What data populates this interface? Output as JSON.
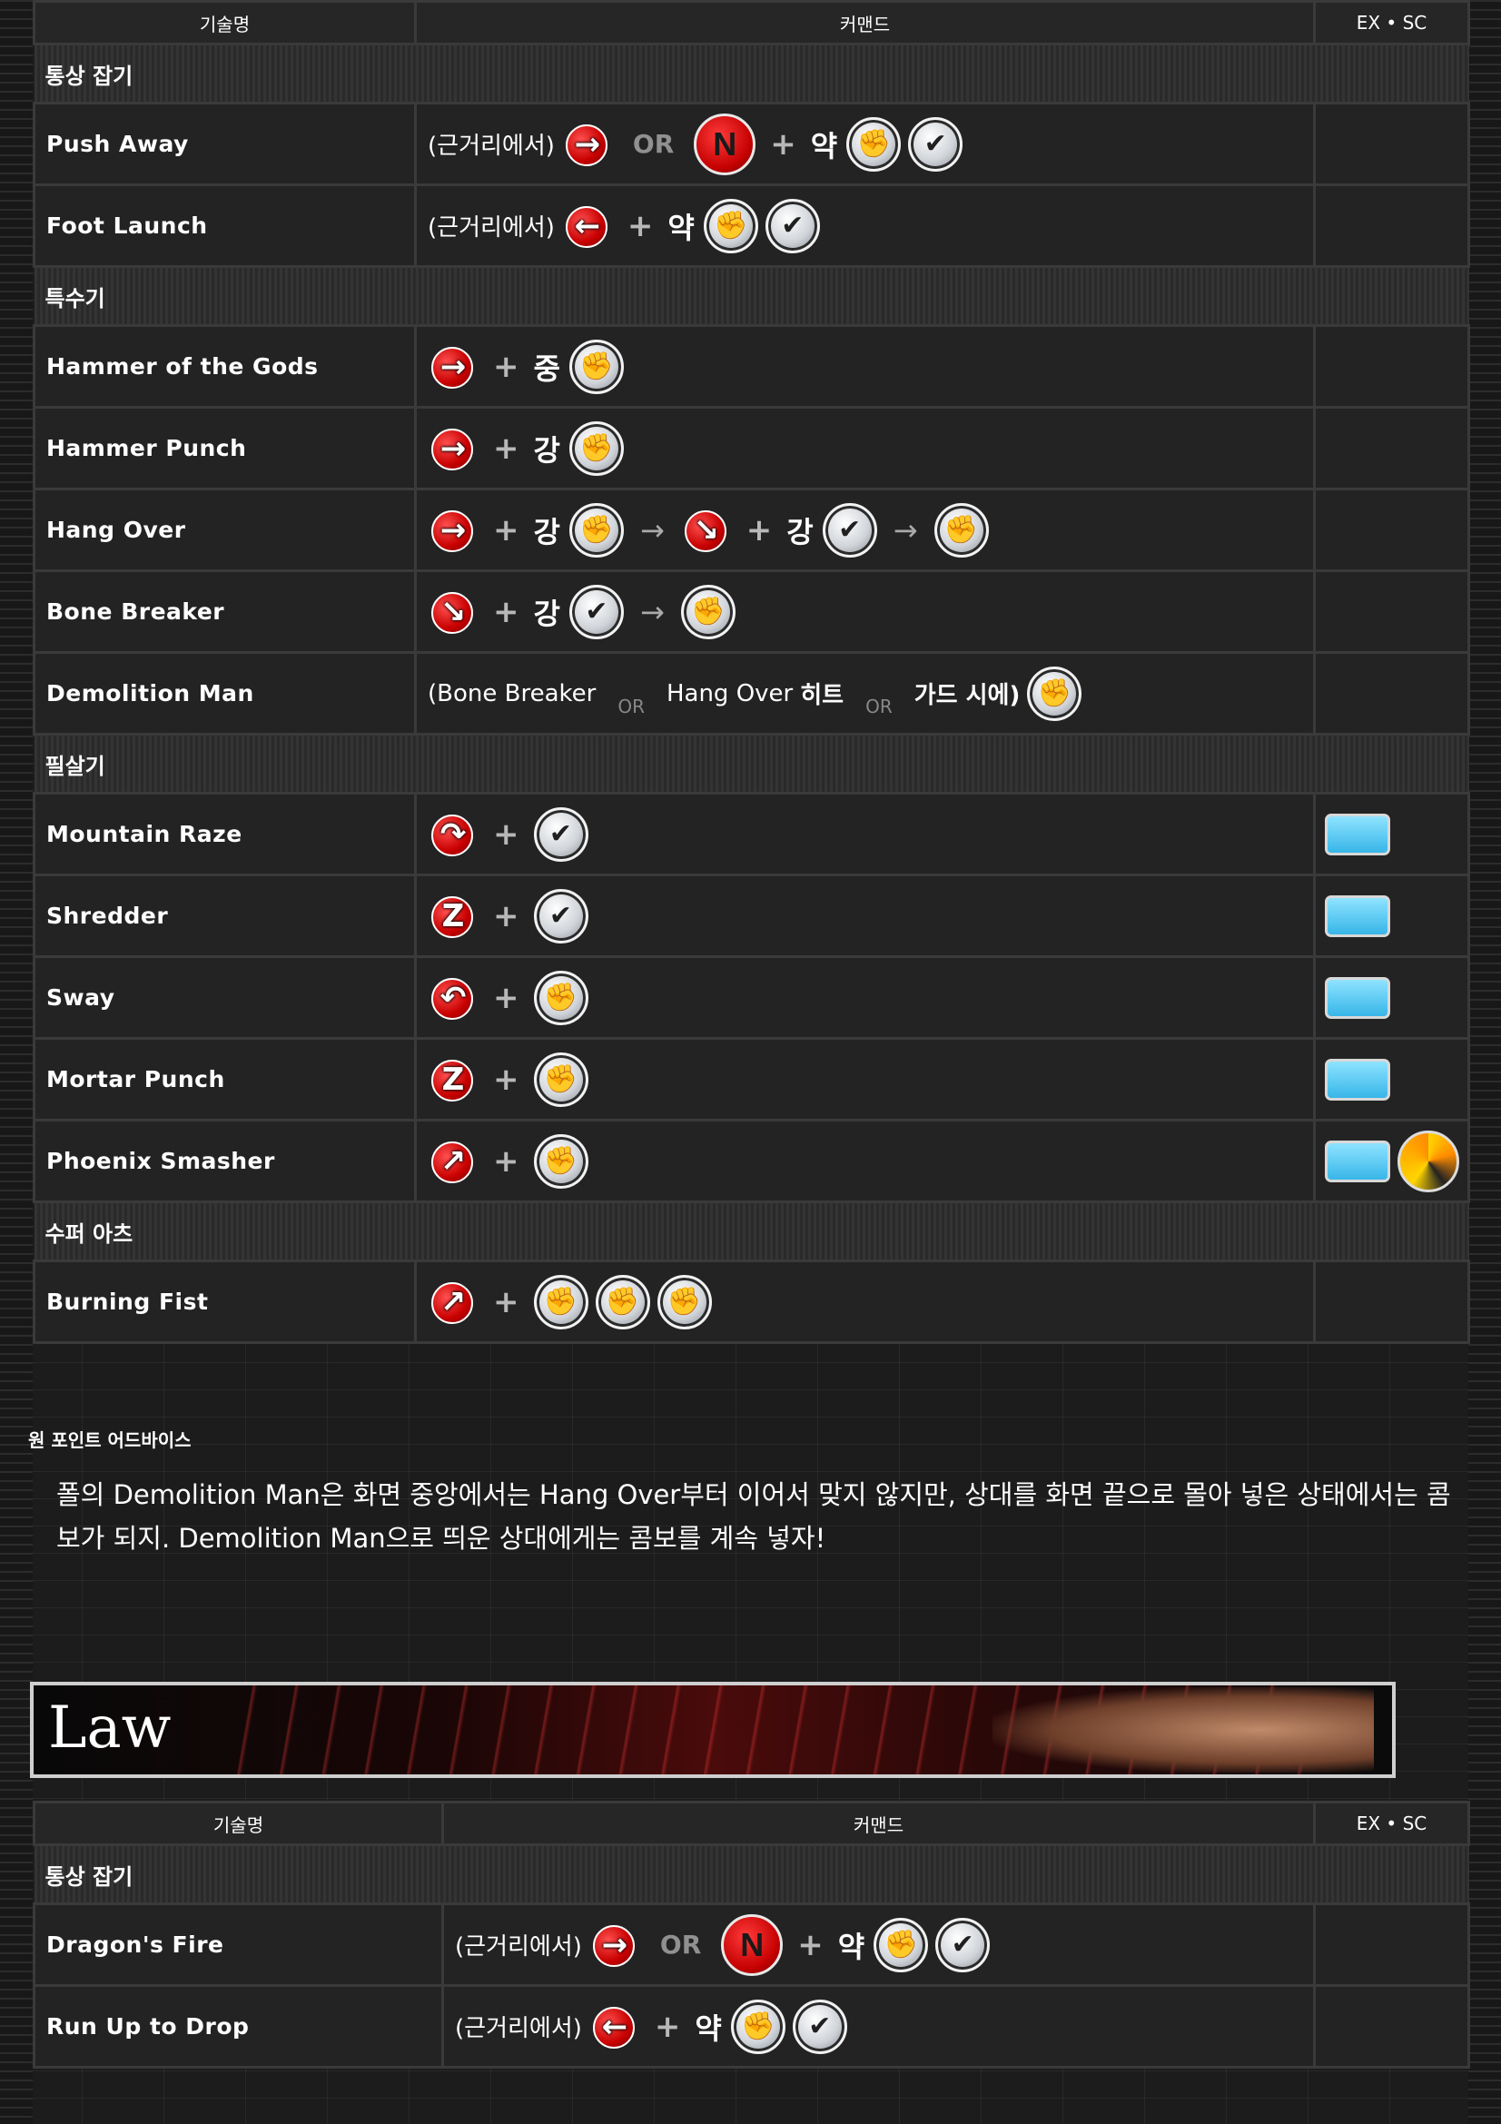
{
  "paul": {
    "headers": {
      "name": "기술명",
      "command": "커맨드",
      "ex": "EX • SC"
    },
    "sections": [
      {
        "title": "통상 잡기",
        "rows": [
          {
            "name": "Push Away",
            "cmd": [
              {
                "t": "prefix",
                "v": "(근거리에서)"
              },
              {
                "t": "joy",
                "v": "→"
              },
              {
                "t": "or",
                "v": "OR"
              },
              {
                "t": "n",
                "v": "N"
              },
              {
                "t": "plus",
                "v": "+"
              },
              {
                "t": "str",
                "v": "약"
              },
              {
                "t": "btn",
                "v": "punch-icon"
              },
              {
                "t": "btn",
                "v": "kick-icon"
              }
            ]
          },
          {
            "name": "Foot Launch",
            "cmd": [
              {
                "t": "prefix",
                "v": "(근거리에서)"
              },
              {
                "t": "joy",
                "v": "←"
              },
              {
                "t": "plus",
                "v": "+"
              },
              {
                "t": "str",
                "v": "약"
              },
              {
                "t": "btn",
                "v": "punch-icon"
              },
              {
                "t": "btn",
                "v": "kick-icon"
              }
            ]
          }
        ]
      },
      {
        "title": "특수기",
        "rows": [
          {
            "name": "Hammer of the Gods",
            "cmd": [
              {
                "t": "joy",
                "v": "→"
              },
              {
                "t": "plus",
                "v": "+"
              },
              {
                "t": "str",
                "v": "중"
              },
              {
                "t": "btn",
                "v": "punch-icon"
              }
            ]
          },
          {
            "name": "Hammer Punch",
            "cmd": [
              {
                "t": "joy",
                "v": "→"
              },
              {
                "t": "plus",
                "v": "+"
              },
              {
                "t": "str",
                "v": "강"
              },
              {
                "t": "btn",
                "v": "punch-icon"
              }
            ]
          },
          {
            "name": "Hang Over",
            "cmd": [
              {
                "t": "joy",
                "v": "→"
              },
              {
                "t": "plus",
                "v": "+"
              },
              {
                "t": "str",
                "v": "강"
              },
              {
                "t": "btn",
                "v": "punch-icon"
              },
              {
                "t": "arrow",
                "v": "→"
              },
              {
                "t": "joy",
                "v": "↘"
              },
              {
                "t": "plus",
                "v": "+"
              },
              {
                "t": "str",
                "v": "강"
              },
              {
                "t": "btn",
                "v": "kick-icon"
              },
              {
                "t": "arrow",
                "v": "→"
              },
              {
                "t": "btn",
                "v": "punch-icon"
              }
            ]
          },
          {
            "name": "Bone Breaker",
            "cmd": [
              {
                "t": "joy",
                "v": "↘"
              },
              {
                "t": "plus",
                "v": "+"
              },
              {
                "t": "str",
                "v": "강"
              },
              {
                "t": "btn",
                "v": "kick-icon"
              },
              {
                "t": "arrow",
                "v": "→"
              },
              {
                "t": "btn",
                "v": "punch-icon"
              }
            ]
          },
          {
            "name": "Demolition Man",
            "cmd": [
              {
                "t": "text",
                "v": "(Bone Breaker"
              },
              {
                "t": "ors",
                "v": "OR"
              },
              {
                "t": "text",
                "v": "Hang Over"
              },
              {
                "t": "bold",
                "v": "히트"
              },
              {
                "t": "ors",
                "v": "OR"
              },
              {
                "t": "bold",
                "v": "가드 시에)"
              },
              {
                "t": "btn",
                "v": "punch-icon"
              }
            ]
          }
        ]
      },
      {
        "title": "필살기",
        "rows": [
          {
            "name": "Mountain Raze",
            "ex": [
              "gauge"
            ],
            "cmd": [
              {
                "t": "joy",
                "v": "↷"
              },
              {
                "t": "plus",
                "v": "+"
              },
              {
                "t": "btn",
                "v": "kick-icon"
              }
            ]
          },
          {
            "name": "Shredder",
            "ex": [
              "gauge"
            ],
            "cmd": [
              {
                "t": "joy",
                "v": "Z"
              },
              {
                "t": "plus",
                "v": "+"
              },
              {
                "t": "btn",
                "v": "kick-icon"
              }
            ]
          },
          {
            "name": "Sway",
            "ex": [
              "gauge"
            ],
            "cmd": [
              {
                "t": "joy",
                "v": "↶"
              },
              {
                "t": "plus",
                "v": "+"
              },
              {
                "t": "btn",
                "v": "punch-icon"
              }
            ]
          },
          {
            "name": "Mortar Punch",
            "ex": [
              "gauge"
            ],
            "cmd": [
              {
                "t": "joy",
                "v": "Z"
              },
              {
                "t": "plus",
                "v": "+"
              },
              {
                "t": "btn",
                "v": "punch-icon"
              }
            ]
          },
          {
            "name": "Phoenix Smasher",
            "ex": [
              "gauge",
              "swirl"
            ],
            "cmd": [
              {
                "t": "joy",
                "v": "↗"
              },
              {
                "t": "plus",
                "v": "+"
              },
              {
                "t": "btn",
                "v": "punch-icon"
              }
            ]
          }
        ]
      },
      {
        "title": "수퍼 아츠",
        "rows": [
          {
            "name": "Burning Fist",
            "cmd": [
              {
                "t": "joy",
                "v": "↗"
              },
              {
                "t": "plus",
                "v": "+"
              },
              {
                "t": "btn",
                "v": "punch-icon"
              },
              {
                "t": "btn",
                "v": "punch-icon"
              },
              {
                "t": "btn",
                "v": "punch-icon"
              }
            ]
          }
        ]
      }
    ]
  },
  "advice": {
    "title": "원 포인트 어드바이스",
    "body": "폴의 Demolition Man은 화면 중앙에서는 Hang Over부터 이어서 맞지 않지만, 상대를 화면 끝으로 몰아 넣은 상태에서는 콤보가 되지. Demolition Man으로 띄운 상대에게는 콤보를 계속 넣자!"
  },
  "banner": {
    "title": "Law"
  },
  "law": {
    "headers": {
      "name": "기술명",
      "command": "커맨드",
      "ex": "EX • SC"
    },
    "sections": [
      {
        "title": "통상 잡기",
        "rows": [
          {
            "name": "Dragon's Fire",
            "cmd": [
              {
                "t": "prefix",
                "v": "(근거리에서)"
              },
              {
                "t": "joy",
                "v": "→"
              },
              {
                "t": "or",
                "v": "OR"
              },
              {
                "t": "n",
                "v": "N"
              },
              {
                "t": "plus",
                "v": "+"
              },
              {
                "t": "str",
                "v": "약"
              },
              {
                "t": "btn",
                "v": "punch-icon"
              },
              {
                "t": "btn",
                "v": "kick-icon"
              }
            ]
          },
          {
            "name": "Run Up to Drop",
            "cmd": [
              {
                "t": "prefix",
                "v": "(근거리에서)"
              },
              {
                "t": "joy",
                "v": "←"
              },
              {
                "t": "plus",
                "v": "+"
              },
              {
                "t": "str",
                "v": "약"
              },
              {
                "t": "btn",
                "v": "punch-icon"
              },
              {
                "t": "btn",
                "v": "kick-icon"
              }
            ]
          }
        ]
      }
    ]
  },
  "icons": {
    "punch-icon": "✊",
    "kick-icon": "✔"
  },
  "colors": {
    "joystick": "#d40000",
    "gauge": "#4cc3ef"
  }
}
